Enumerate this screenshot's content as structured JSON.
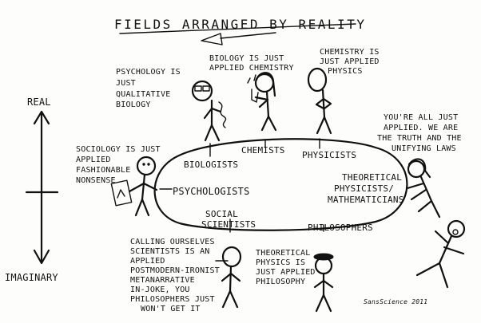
{
  "title": "FIELDS ARRANGED BY REALITY",
  "axis": {
    "top": "REAL",
    "bottom": "IMAGINARY"
  },
  "ring_labels": {
    "biologists": "BIOLOGISTS",
    "chemists": "CHEMISTS",
    "physicists": "PHYSICISTS",
    "psychologists": "PSYCHOLOGISTS",
    "theoretical": [
      "THEORETICAL",
      "PHYSICISTS/",
      "MATHEMATICIANS"
    ],
    "social": [
      "SOCIAL",
      "SCIENTISTS"
    ],
    "philosophers": "PHILOSOPHERS"
  },
  "speech": {
    "psychology": [
      "PSYCHOLOGY IS",
      "JUST",
      "QUALITATIVE",
      "BIOLOGY"
    ],
    "biology": [
      "BIOLOGY IS JUST",
      "APPLIED CHEMISTRY"
    ],
    "chemistry": [
      "CHEMISTRY IS",
      "JUST APPLIED",
      "PHYSICS"
    ],
    "sociology": [
      "SOCIOLOGY IS JUST",
      "APPLIED",
      "FASHIONABLE",
      "NONSENSE"
    ],
    "mathematicians": [
      "YOU'RE ALL JUST",
      "APPLIED. WE ARE",
      "THE TRUTH AND THE",
      "UNIFYING LAWS"
    ],
    "social_scientists": [
      "CALLING OURSELVES",
      "SCIENTISTS IS AN",
      "APPLIED",
      "POSTMODERN-IRONIST",
      "METANARRATIVE",
      "IN-JOKE, YOU",
      "PHILOSOPHERS JUST",
      "WON'T GET IT"
    ],
    "theoretical_physics": [
      "THEORETICAL",
      "PHYSICS IS",
      "JUST APPLIED",
      "PHILOSOPHY"
    ]
  },
  "signature": "SansScience 2011"
}
